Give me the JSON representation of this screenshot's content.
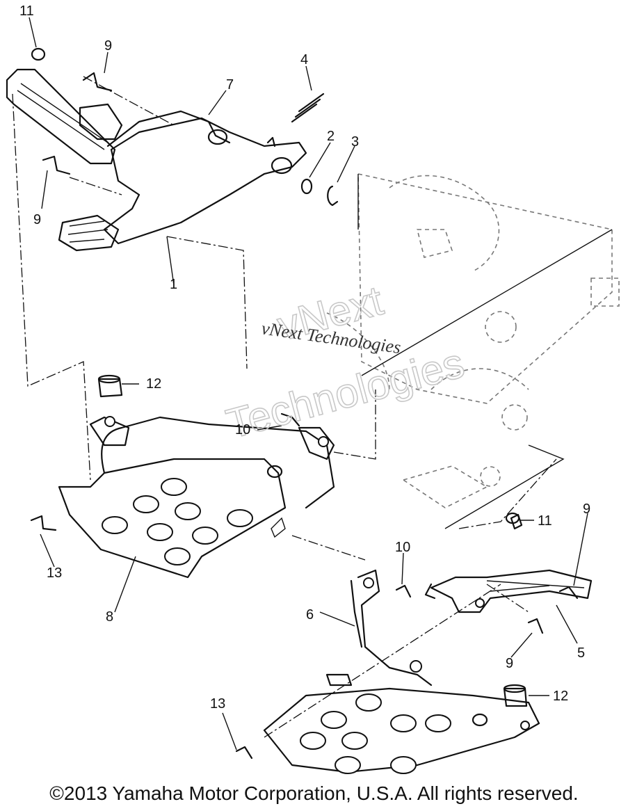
{
  "diagram": {
    "callouts": [
      "11",
      "9",
      "7",
      "4",
      "2",
      "3",
      "9",
      "1",
      "12",
      "10",
      "13",
      "8",
      "10",
      "11",
      "9",
      "6",
      "5",
      "9",
      "12",
      "13"
    ],
    "watermark": {
      "italic_text": "vNext Technologies",
      "outline_line1": "vNext",
      "outline_line2": "Technologies"
    }
  },
  "footer": {
    "copyright": "©2013 Yamaha Motor Corporation, U.S.A. All rights reserved."
  }
}
